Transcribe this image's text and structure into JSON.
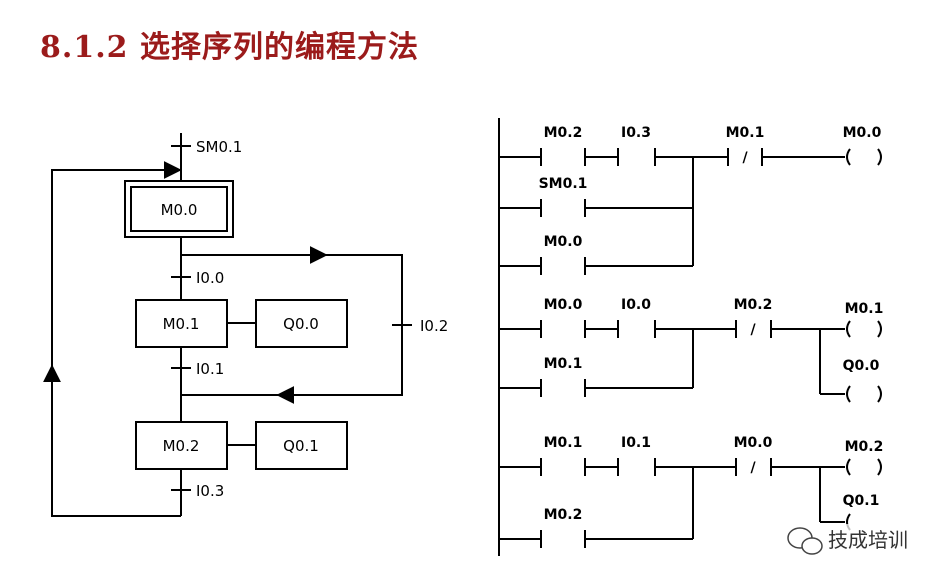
{
  "title": "8.1.2 选择序列的编程方法",
  "sfc": {
    "initial_transition": "SM0.1",
    "initial_step": "M0.0",
    "transitions": [
      "I0.0",
      "I0.1",
      "I0.3",
      "I0.2"
    ],
    "steps": [
      "M0.1",
      "M0.2"
    ],
    "actions": [
      "Q0.0",
      "Q0.1"
    ]
  },
  "ladder": {
    "rung1": {
      "contacts": [
        "M0.2",
        "I0.3",
        "M0.1"
      ],
      "branch": [
        "SM0.1",
        "M0.0"
      ],
      "coil": "M0.0"
    },
    "rung2": {
      "contacts": [
        "M0.0",
        "I0.0",
        "M0.2"
      ],
      "branch": [
        "M0.1"
      ],
      "coils": [
        "M0.1",
        "Q0.0"
      ]
    },
    "rung3": {
      "contacts": [
        "M0.1",
        "I0.1",
        "M0.0"
      ],
      "branch": [
        "M0.2"
      ],
      "coils": [
        "M0.2",
        "Q0.1"
      ]
    },
    "nc_symbol": "/"
  },
  "watermark": "技成培训"
}
